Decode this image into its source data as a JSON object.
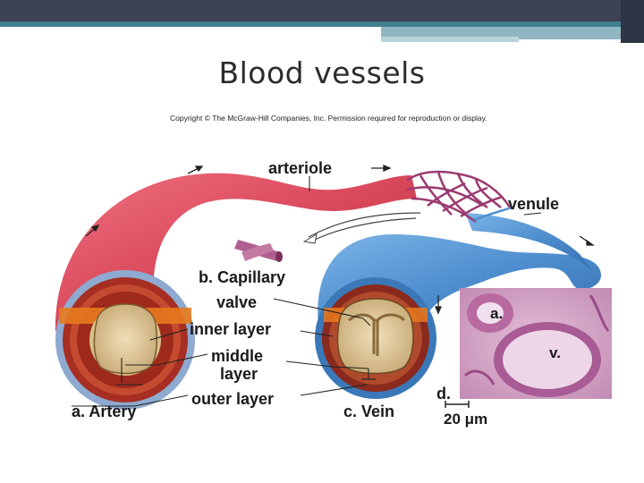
{
  "slide": {
    "title": "Blood vessels",
    "copyright": "Copyright © The McGraw-Hill Companies, Inc. Permission required for reproduction or display."
  },
  "labels": {
    "arteriole": "arteriole",
    "venule": "venule",
    "capillary": "b. Capillary",
    "valve": "valve",
    "inner_layer": "inner layer",
    "middle_layer_1": "middle",
    "middle_layer_2": "layer",
    "outer_layer": "outer layer",
    "artery": "a. Artery",
    "vein": "c. Vein",
    "micro_d": "d.",
    "micro_a": "a.",
    "micro_v": "v.",
    "scale": "20 μm"
  },
  "colors": {
    "artery": "#d8485a",
    "vein": "#4f8fd0",
    "muscle": "#b5402a",
    "inner_orange": "#e87a1e",
    "lumen": "#d9c49a",
    "micro_bg": "#d5a6c8"
  }
}
